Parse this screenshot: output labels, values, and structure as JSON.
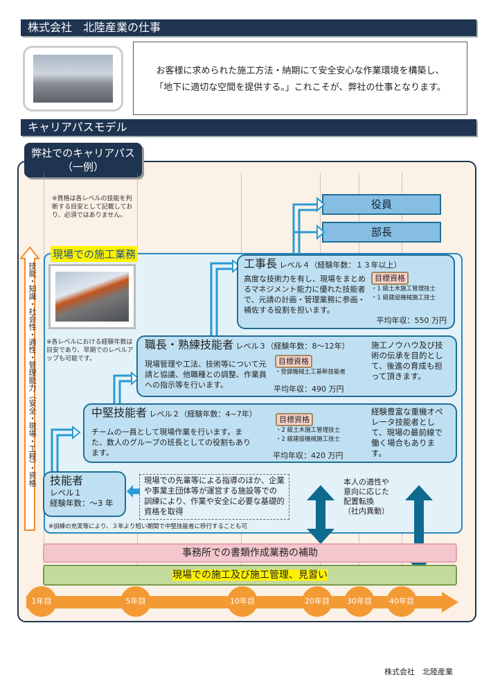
{
  "section1": {
    "title": "株式会社　北陸産業の仕事",
    "intro_line1": "お客様に求められた施工方法・納期にて安全安心な作業環境を構築し、",
    "intro_line2": "「地下に適切な空間を提供する。」これこそが、弊社の仕事となります。"
  },
  "section2": {
    "title": "キャリアパスモデル",
    "panel_title_line1": "弊社でのキャリアパス",
    "panel_title_line2": "（一例）",
    "note_qualification": "※資格は各レベルの技能を判断する目安として記載しており、必須ではありません。",
    "vertical_arrow_label": "技能・知識・社会性・適性・管理能力（安全・現場・工程）・資格",
    "field_label": "現場での施工業務",
    "note_years": "※各レベルにおける経験年数は目安であり、早期でのレベルアップも可能です。",
    "roles": [
      "役員",
      "部長"
    ],
    "levels": [
      {
        "name": "工事長",
        "level": "レベル４（経験年数：１３年以上）",
        "description": "高度な技術力を有し、現場をまとめるマネジメント能力に優れた技能者で、元請の計画・管理業務に参画・補佐する役割を担います。",
        "target_label": "目標資格",
        "qualifications": [
          "・1 級土木施工管理技士",
          "・1 級建設機械施工技士"
        ],
        "salary": "平均年収：550 万円"
      },
      {
        "name": "職長・熟練技能者",
        "level": "レベル３（経験年数：8～12年）",
        "description": "現場管理や工法、技術等について元請と協議、他職種との調整、作業員への指示等を行います。",
        "target_label": "目標資格",
        "qualifications": [
          "・登録機械土工基幹技能者"
        ],
        "salary": "平均年収：490 万円",
        "side_note": "施工ノウハウ及び技術の伝承を目的として、後進の育成も担って頂きます。"
      },
      {
        "name": "中堅技能者",
        "level": "レベル２（経験年数：4~7年）",
        "description": "チームの一員として現場作業を行います。また、数人のグループの班長としての役割もあります。",
        "target_label": "目標資格",
        "qualifications": [
          "・2 級土木施工管理技士",
          "・2 級建設機械施工技士"
        ],
        "salary": "平均年収：420 万円",
        "side_note": "経験豊富な重機オペレータ技能者として、現場の最前線で働く場合もあります。"
      },
      {
        "name": "技能者",
        "level": "レベル１",
        "years": "経験年数：～3 年"
      }
    ],
    "training_note": "現場での先輩等による指導のほか、企業や事業主団体等が運営する施設等での訓練により、作業や安全に必要な基礎的資格を取得",
    "early_note": "※訓練の充実等により、３年より短い期間で中堅技能者に移行することも可",
    "transfer_note_line1": "本人の適性や",
    "transfer_note_line2": "意向に応じた",
    "transfer_note_line3": "配置転換",
    "transfer_note_line4": "（社内異動）",
    "office_bar": "事務所での書類作成業務の補助",
    "site_bar": "現場での施工及び施工管理、見習い",
    "timeline": [
      "1年目",
      "5年目",
      "10年目",
      "20年目",
      "30年目",
      "40年目"
    ]
  },
  "footer": "株式会社　北陸産業"
}
